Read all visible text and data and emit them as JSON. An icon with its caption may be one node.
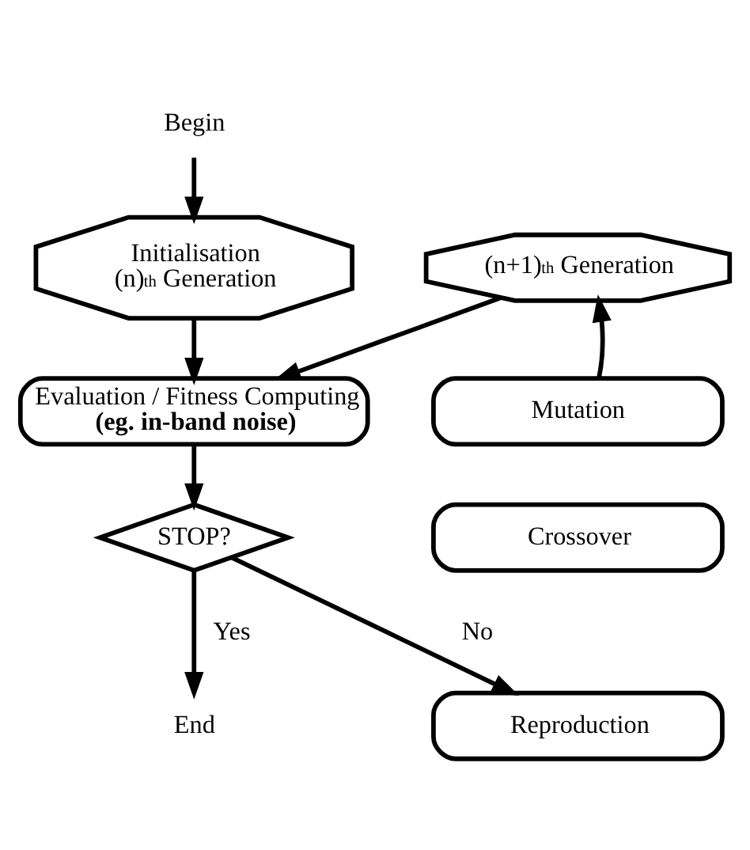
{
  "diagram": {
    "nodes": [
      {
        "text": [
          "Begin"
        ]
      },
      {
        "text": [
          "Initialisation (n)$^{th}$ Generation"
        ]
      },
      {
        "text": [
          "Evaluation / Fitness Computing",
          "(eg. in-band noise)"
        ]
      },
      {
        "text": [
          "STOP?"
        ]
      },
      {
        "text": [
          "End"
        ]
      },
      {
        "text": [
          "(n+1)$^{th}$ Generation"
        ]
      },
      {
        "text": [
          "Mutation"
        ]
      },
      {
        "text": [
          "Crossover"
        ]
      },
      {
        "text": [
          "Reproduction"
        ]
      }
    ],
    "edges": [
      {
        "from": 0,
        "to": 1,
        "arrow": "to"
      },
      {
        "from": 1,
        "to": 2,
        "arrow": "to"
      },
      {
        "from": 5,
        "to": 2,
        "arrow": "to"
      },
      {
        "from": 2,
        "to": 3,
        "arrow": "to"
      },
      {
        "from": 3,
        "to": 4,
        "arrow": "to",
        "label": "Yes"
      },
      {
        "from": 3,
        "to": 8,
        "arrow": "to",
        "label": "No"
      },
      {
        "from": 6,
        "to": 5,
        "arrow": "to"
      }
    ]
  }
}
